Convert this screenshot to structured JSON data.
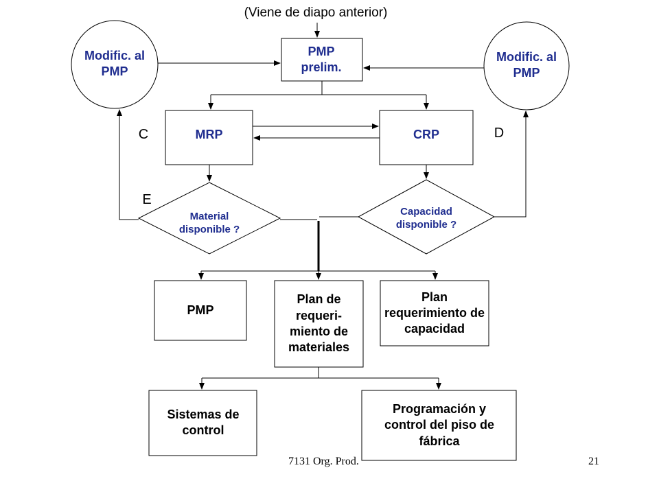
{
  "header_note": "(Viene de diapo anterior)",
  "nodes": {
    "pmp_prelim": "PMP prelim.",
    "modific_left": "Modific. al PMP",
    "modific_right": "Modific. al PMP",
    "mrp": "MRP",
    "crp": "CRP",
    "material_disponible": "Material disponible ?",
    "capacidad_disponible": "Capacidad disponible ?",
    "pmp": "PMP",
    "plan_materiales": "Plan de requeri- miento de materiales",
    "plan_capacidad": "Plan requerimiento de capacidad",
    "sistemas_control": "Sistemas de control",
    "programacion": "Programación y control del piso de fábrica"
  },
  "markers": {
    "c": "C",
    "d": "D",
    "e": "E"
  },
  "footer": {
    "course": "7131 Org. Prod.",
    "page": "21"
  },
  "colors": {
    "text": "#000000",
    "decision_text": "#1f2d8f",
    "stroke": "#000000",
    "background": "#ffffff"
  }
}
